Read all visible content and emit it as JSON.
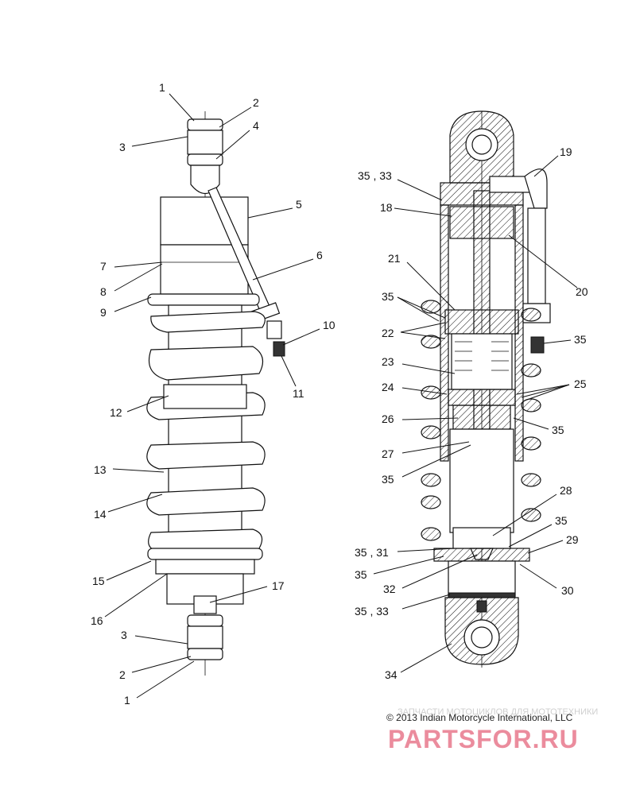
{
  "callouts_left": [
    "1",
    "2",
    "3",
    "4",
    "5",
    "6",
    "7",
    "8",
    "9",
    "10",
    "11",
    "12",
    "13",
    "14",
    "15",
    "16",
    "17",
    "3",
    "2",
    "1"
  ],
  "callouts_right": [
    "35 , 33",
    "19",
    "18",
    "20",
    "21",
    "35",
    "22",
    "35",
    "23",
    "25",
    "24",
    "26",
    "35",
    "27",
    "35",
    "28",
    "35",
    "35 , 31",
    "29",
    "35",
    "32",
    "30",
    "35 , 33",
    "34"
  ],
  "copyright": "© 2013 Indian Motorcycle International, LLC",
  "watermark": "PARTSFOR.RU",
  "watermark_sub": "ЗАПЧАСТИ МОТОЦИКЛОВ ДЛЯ МОТОТЕХНИКИ",
  "colors": {
    "line": "#111111",
    "watermark": "#e8788c"
  }
}
